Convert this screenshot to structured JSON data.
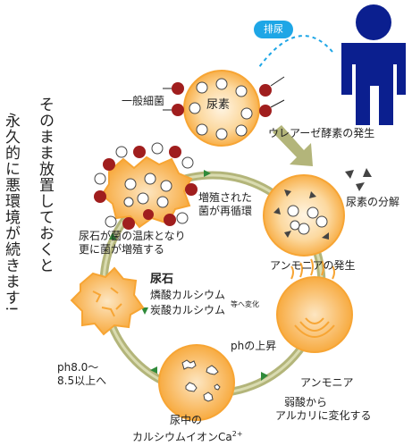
{
  "labels": {
    "excretion": "排尿",
    "bacteria": "一般細菌",
    "urea": "尿素",
    "urease": "ウレアーゼ酵素の発生",
    "urea_decomp": "尿素の分解",
    "ammonia_gen": "アンモニアの発生",
    "ammonia": "アンモニア",
    "weak_acid_1": "弱酸から",
    "weak_acid_2": "アルカリに変化する",
    "ph_rise": "phの上昇",
    "calcium_ion": "尿中の",
    "calcium_ion_2": "カルシウムイオンCa",
    "calcium_sup": "2+",
    "ph_range_1": "ph8.0〜",
    "ph_range_2": "8.5以上へ",
    "urolith_title": "尿石",
    "urolith_1": "燐酸カルシウム",
    "urolith_2": "炭酸カルシウム",
    "urolith_note": "等へ変化",
    "breed_1": "尿石が菌の温床となり",
    "breed_2": "更に菌が増殖する",
    "recirc_1": "増殖された",
    "recirc_2": "菌が再循環",
    "vertical_1": "そのまま放置しておくと",
    "vertical_2": "永久的に悪環境が続きます!"
  },
  "colors": {
    "orange": "#f7a534",
    "orange_light": "#fcd9a0",
    "red_dot": "#a01e1e",
    "person": "#0b1f8f",
    "arrow": "#b3b57a",
    "pill": "#1ea6e6"
  }
}
